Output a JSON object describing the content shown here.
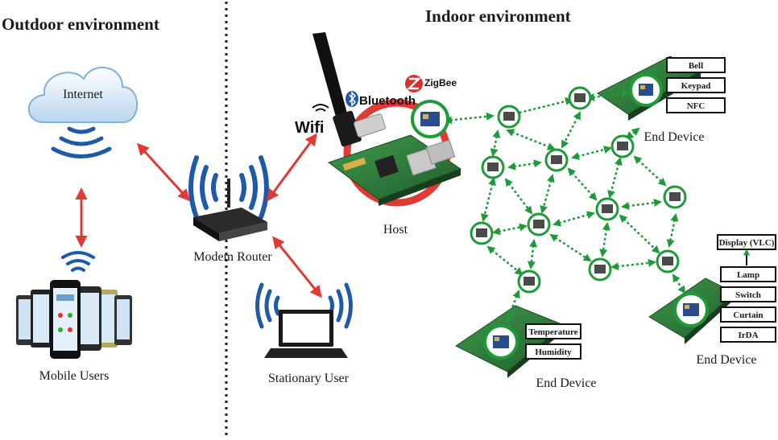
{
  "headers": {
    "outdoor": "Outdoor environment",
    "indoor": "Indoor environment"
  },
  "nodes": {
    "internet_cloud": "Internet",
    "mobile_users": "Mobile Users",
    "modem_router": "Modem Router",
    "stationary_user": "Stationary User",
    "host": "Host",
    "end_device_top": "End Device",
    "end_device_bottom": "End Device",
    "end_device_right": "End Device"
  },
  "protocols": {
    "wifi": "Wifi",
    "bluetooth": "Bluetooth",
    "zigbee": "ZigBee"
  },
  "sensor_boxes": {
    "top": [
      "Bell",
      "Keypad",
      "NFC"
    ],
    "bottom": [
      "Temperature",
      "Humidity"
    ],
    "right_display": "Display (VLC)",
    "right": [
      "Lamp",
      "Switch",
      "Curtain",
      "IrDA"
    ]
  },
  "colors": {
    "link_red": "#e03a33",
    "mesh_green": "#1f9a3a",
    "wave_blue": "#1e5aa8",
    "pcb_green": "#2e7d3a"
  }
}
